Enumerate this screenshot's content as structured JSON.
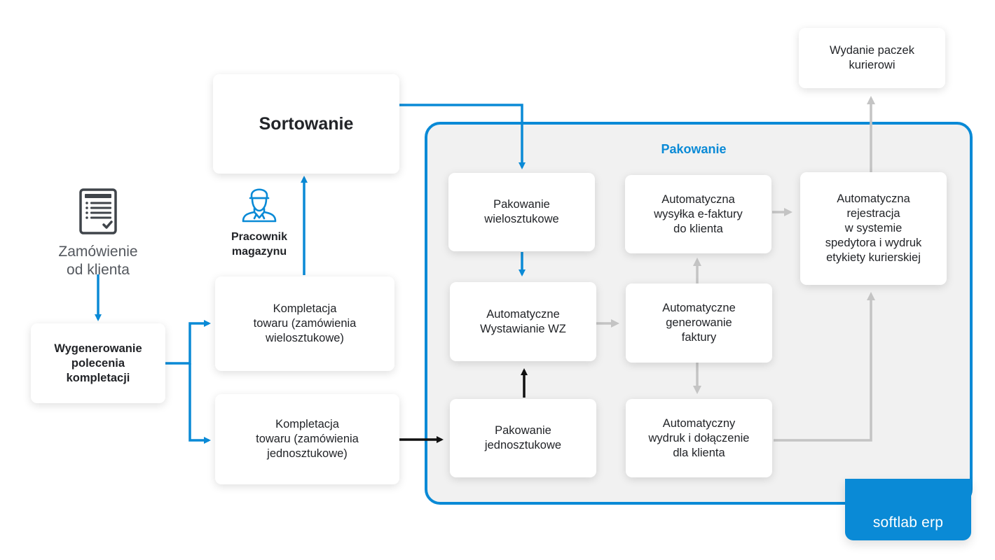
{
  "colors": {
    "accent": "#0a8ad6",
    "connector_gray": "#c4c4c4",
    "connector_black": "#111111",
    "panel_bg": "#f1f1f1",
    "text": "#222428",
    "muted_text": "#54585e"
  },
  "start": {
    "icon": "invoice-checklist-icon",
    "label": "Zamówienie\nod klienta"
  },
  "worker": {
    "icon": "warehouse-worker-icon",
    "label": "Pracownik\nmagazynu"
  },
  "nodes": {
    "generate": "Wygenerowanie\npolecenia\nkompletacji",
    "sorting": "Sortowanie",
    "pick_multi": "Kompletacja\ntowaru (zamówienia\nwielosztukowe)",
    "pick_single": "Kompletacja\ntowaru (zamówienia\njednosztukowe)",
    "pack_multi": "Pakowanie\nwielosztukowe",
    "auto_wz": "Automatyczne\nWystawianie WZ",
    "pack_single": "Pakowanie\njednosztukowe",
    "auto_einvoice": "Automatyczna\nwysyłka e-faktury\ndo klienta",
    "auto_invoice": "Automatyczne\ngenerowanie\nfaktury",
    "auto_print": "Automatyczny\nwydruk i dołączenie\ndla klienta",
    "auto_register": "Automatyczna\nrejestracja\nw systemie\nspedytora i wydruk\netykiety kurierskiej",
    "courier": "Wydanie paczek\nkurierowi"
  },
  "group": {
    "title": "Pakowanie"
  },
  "brand": {
    "name": "softlab erp"
  },
  "edges": [
    {
      "from": "start",
      "to": "generate",
      "style": "blue"
    },
    {
      "from": "generate",
      "to": "pick_multi",
      "style": "blue"
    },
    {
      "from": "generate",
      "to": "pick_single",
      "style": "blue"
    },
    {
      "from": "pick_multi",
      "to": "sorting",
      "style": "blue"
    },
    {
      "from": "sorting",
      "to": "pack_multi",
      "style": "blue"
    },
    {
      "from": "pack_multi",
      "to": "auto_wz",
      "style": "blue"
    },
    {
      "from": "pick_single",
      "to": "pack_single",
      "style": "black"
    },
    {
      "from": "pack_single",
      "to": "auto_wz",
      "style": "black"
    },
    {
      "from": "auto_wz",
      "to": "auto_invoice",
      "style": "gray"
    },
    {
      "from": "auto_invoice",
      "to": "auto_einvoice",
      "style": "gray"
    },
    {
      "from": "auto_invoice",
      "to": "auto_print",
      "style": "gray"
    },
    {
      "from": "auto_einvoice",
      "to": "auto_register",
      "style": "gray"
    },
    {
      "from": "auto_print",
      "to": "auto_register",
      "style": "gray"
    },
    {
      "from": "auto_register",
      "to": "courier",
      "style": "gray"
    }
  ]
}
